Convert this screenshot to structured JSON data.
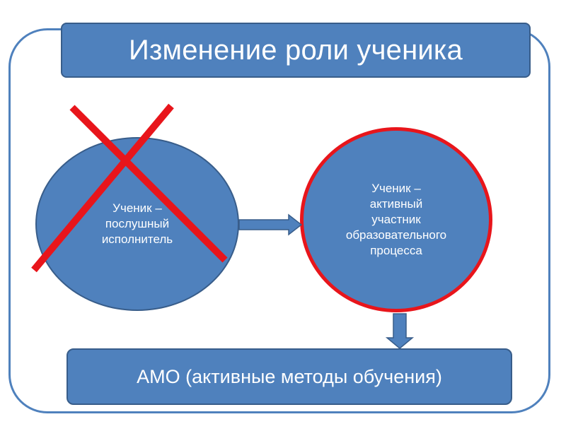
{
  "title": "Изменение роли ученика",
  "left_node": {
    "label": "Ученик –\nпослушный\nисполнитель",
    "crossed_out": true
  },
  "right_node": {
    "label": "Ученик –\nактивный\nучастник\nобразовательного\nпроцесса"
  },
  "bottom": {
    "label": "АМО (активные методы обучения)"
  },
  "colors": {
    "fill": "#4f81bd",
    "outline": "#385d8a",
    "highlight_red": "#e8151b",
    "text": "#ffffff"
  }
}
